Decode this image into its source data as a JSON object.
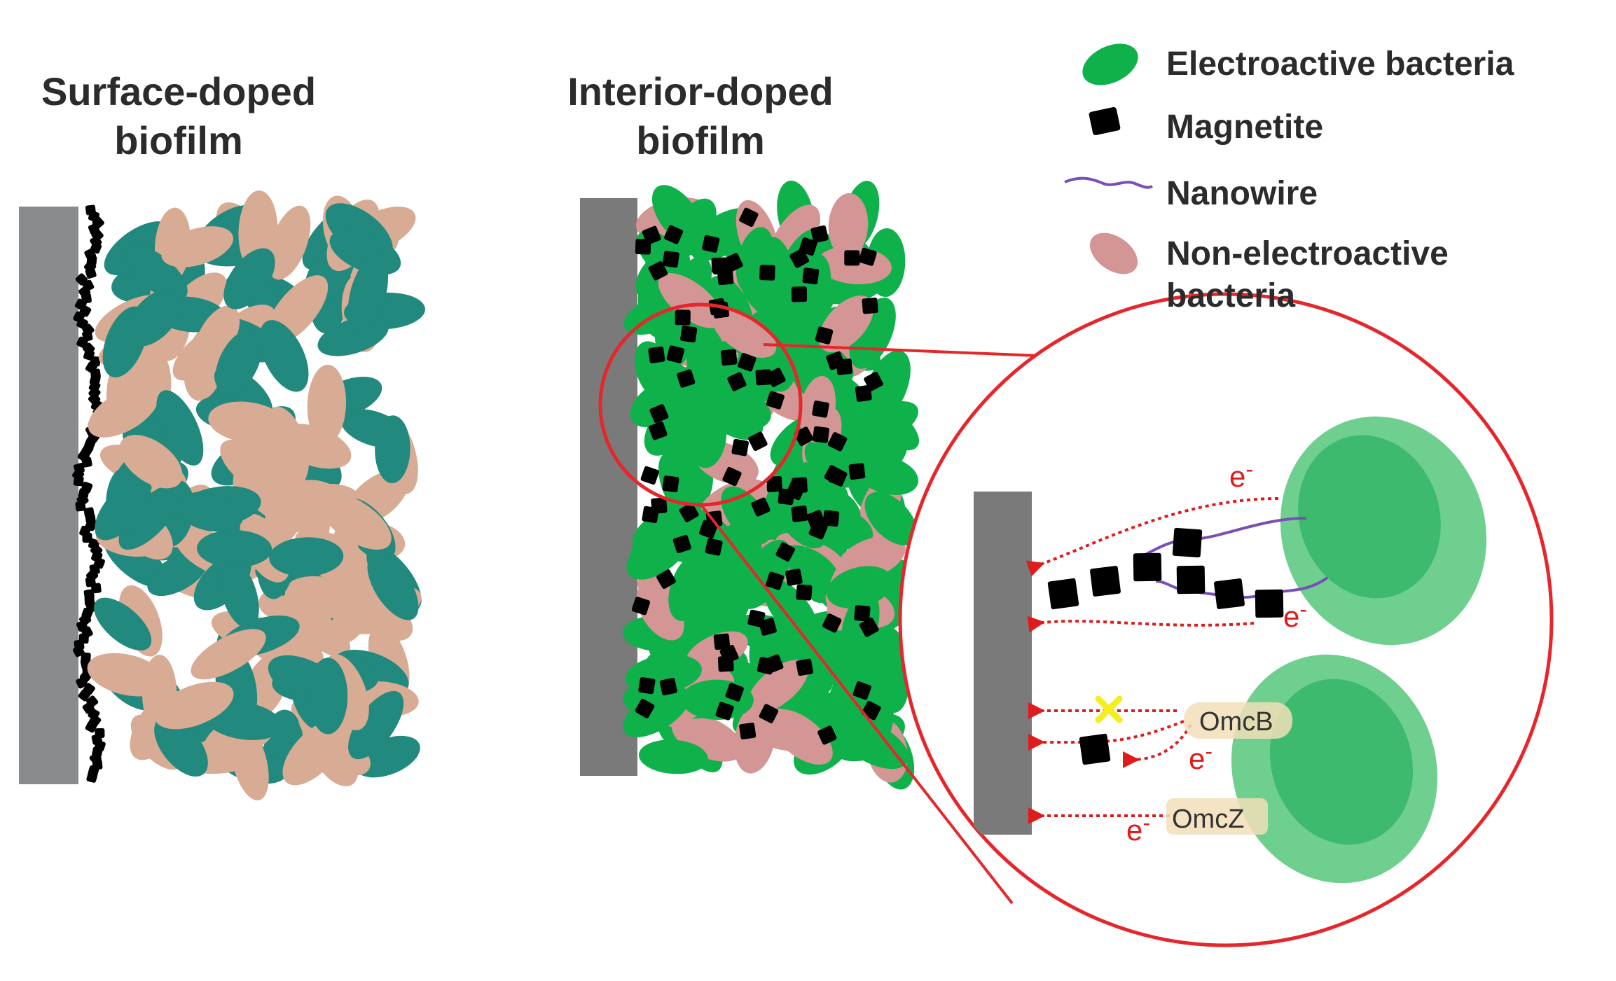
{
  "titles": {
    "surface_line1": "Surface-doped",
    "surface_line2": "biofilm",
    "interior_line1": "Interior-doped",
    "interior_line2": "biofilm"
  },
  "legend": {
    "electroactive": "Electroactive bacteria",
    "magnetite": "Magnetite",
    "nanowire": "Nanowire",
    "nonelectroactive_line1": "Non-electroactive",
    "nonelectroactive_line2": "bacteria"
  },
  "zoom": {
    "electron": "e",
    "electron_charge": "-",
    "omcb": "OmcB",
    "omcz": "OmcZ"
  },
  "colors": {
    "electrode": "#8a8b8d",
    "electrode_dark": "#7a7a7a",
    "teal_bacteria": "#21897e",
    "tan_bacteria": "#d8ab94",
    "green_bacteria": "#0fb14b",
    "pink_bacteria": "#d49595",
    "magnetite": "#000000",
    "nanowire": "#7a4fb5",
    "zoom_circle": "#e5262b",
    "electron_arrow": "#e01b1b",
    "cell_outer": "#6fcf8f",
    "cell_inner": "#3dba6e",
    "blocked_marker": "#f4ee1c",
    "cytochrome": "#f2dfb8"
  }
}
